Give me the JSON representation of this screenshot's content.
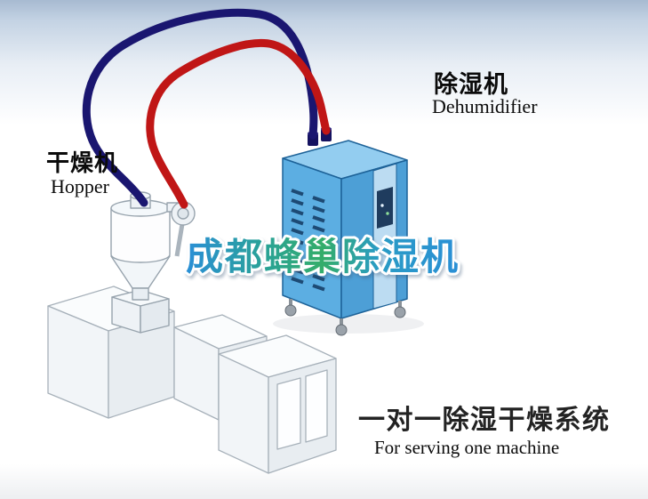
{
  "watermark": {
    "text": "成都蜂巢除湿机"
  },
  "labels": {
    "hopper_cn": "干燥机",
    "hopper_en": "Hopper",
    "dehumidifier_cn": "除湿机",
    "dehumidifier_en": "Dehumidifier",
    "caption_cn": "一对一除湿干燥系统",
    "caption_en": "For serving one machine"
  },
  "colors": {
    "hose_red": "#c01616",
    "hose_navy": "#1a1670",
    "cabinet_top": "#93cdf0",
    "cabinet_front": "#5caee2",
    "cabinet_side": "#4d9fd6",
    "cabinet_outline": "#1d6298",
    "vent_slot": "#1d4a74",
    "sky_band": "#a7bad1"
  }
}
